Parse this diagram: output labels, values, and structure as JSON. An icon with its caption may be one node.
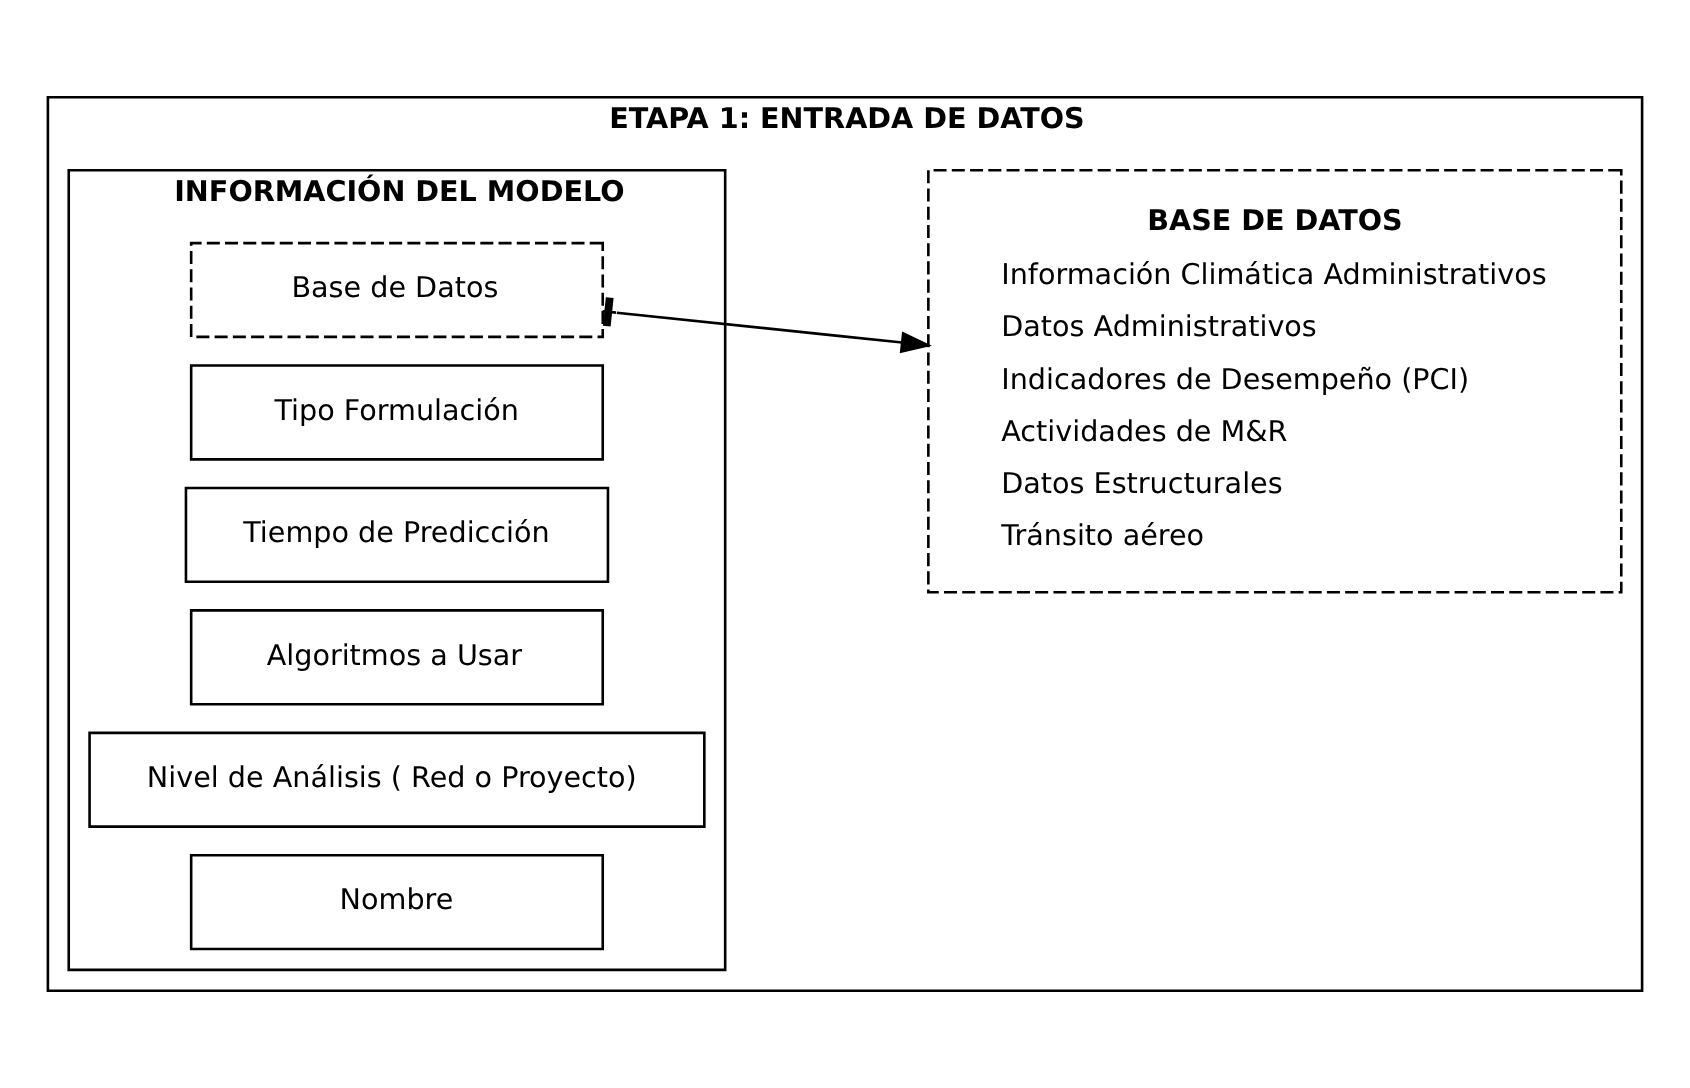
{
  "diagram": {
    "nodes": [
      {
        "text": [
          "ETAPA 1: ENTRADA DE DATOS"
        ]
      },
      {
        "text": [
          "INFORMACIÓN DEL MODELO"
        ],
        "in": 0
      },
      {
        "text": [
          "Nombre"
        ],
        "in": 1
      },
      {
        "text": [
          "Nivel de Análisis ( Red o Proyecto)"
        ],
        "in": 1
      },
      {
        "text": [
          "Algoritmos a Usar"
        ],
        "in": 1
      },
      {
        "text": [
          "Tiempo de Predicción"
        ],
        "in": 1
      },
      {
        "text": [
          "Tipo Formulación"
        ],
        "in": 1
      },
      {
        "text": [
          "Base de Datos"
        ],
        "in": 1
      },
      {
        "text": [
          "BASE DE DATOS",
          "Información Climática Administrativos",
          "Datos Administrativos",
          "Indicadores de Desempeño (PCI)",
          "Actividades de M&R",
          "Datos Estructurales",
          "Tránsito aéreo"
        ],
        "in": 0
      }
    ],
    "edges": [
      {
        "from": 7,
        "to": 8,
        "arrow": "to"
      }
    ]
  }
}
